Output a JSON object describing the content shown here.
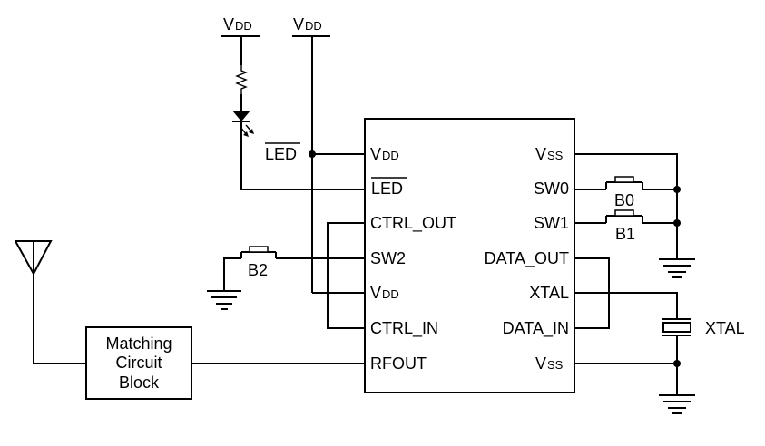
{
  "supply": {
    "v_main": "V",
    "v_sub": "DD"
  },
  "led_net_label": "LED",
  "chip": {
    "left_pins": [
      {
        "main": "V",
        "sub": "DD"
      },
      {
        "text": "LED"
      },
      {
        "text": "CTRL_OUT"
      },
      {
        "text": "SW2"
      },
      {
        "main": "V",
        "sub": "DD"
      },
      {
        "text": "CTRL_IN"
      },
      {
        "text": "RFOUT"
      }
    ],
    "right_pins": [
      {
        "main": "V",
        "sub": "SS"
      },
      {
        "text": "SW0"
      },
      {
        "text": "SW1"
      },
      {
        "text": "DATA_OUT"
      },
      {
        "text": "XTAL"
      },
      {
        "text": "DATA_IN"
      },
      {
        "main": "V",
        "sub": "SS"
      }
    ]
  },
  "buttons": {
    "b0": "B0",
    "b1": "B1",
    "b2": "B2"
  },
  "crystal_label": "XTAL",
  "matching_block": {
    "line1": "Matching",
    "line2": "Circuit",
    "line3": "Block"
  }
}
